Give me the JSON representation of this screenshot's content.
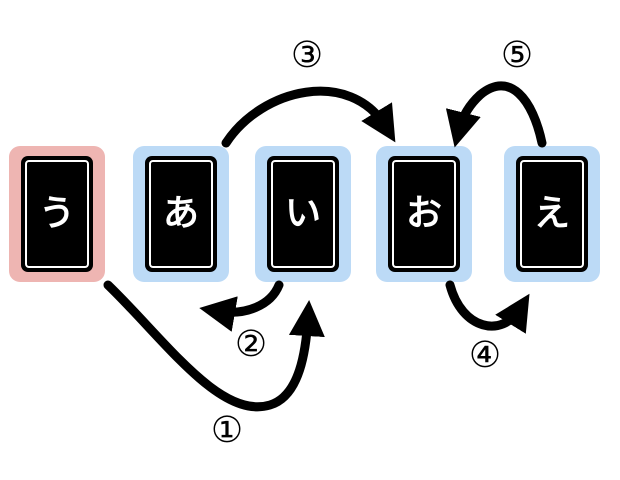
{
  "cards": [
    {
      "label": "う",
      "highlight": "#eeb5b2"
    },
    {
      "label": "あ",
      "highlight": "#bcdaf6"
    },
    {
      "label": "い",
      "highlight": "#bcdaf6"
    },
    {
      "label": "お",
      "highlight": "#bcdaf6"
    },
    {
      "label": "え",
      "highlight": "#bcdaf6"
    }
  ],
  "steps": [
    {
      "label": "①",
      "from": "う",
      "to": "い"
    },
    {
      "label": "②",
      "from": "い",
      "to": "あ"
    },
    {
      "label": "③",
      "from": "あ",
      "to": "お"
    },
    {
      "label": "④",
      "from": "お",
      "to": "え"
    },
    {
      "label": "⑤",
      "from": "え",
      "to": "お"
    }
  ],
  "colors": {
    "card": "#000000",
    "arrow": "#000000",
    "red_highlight": "#eeb5b2",
    "blue_highlight": "#bcdaf6"
  }
}
